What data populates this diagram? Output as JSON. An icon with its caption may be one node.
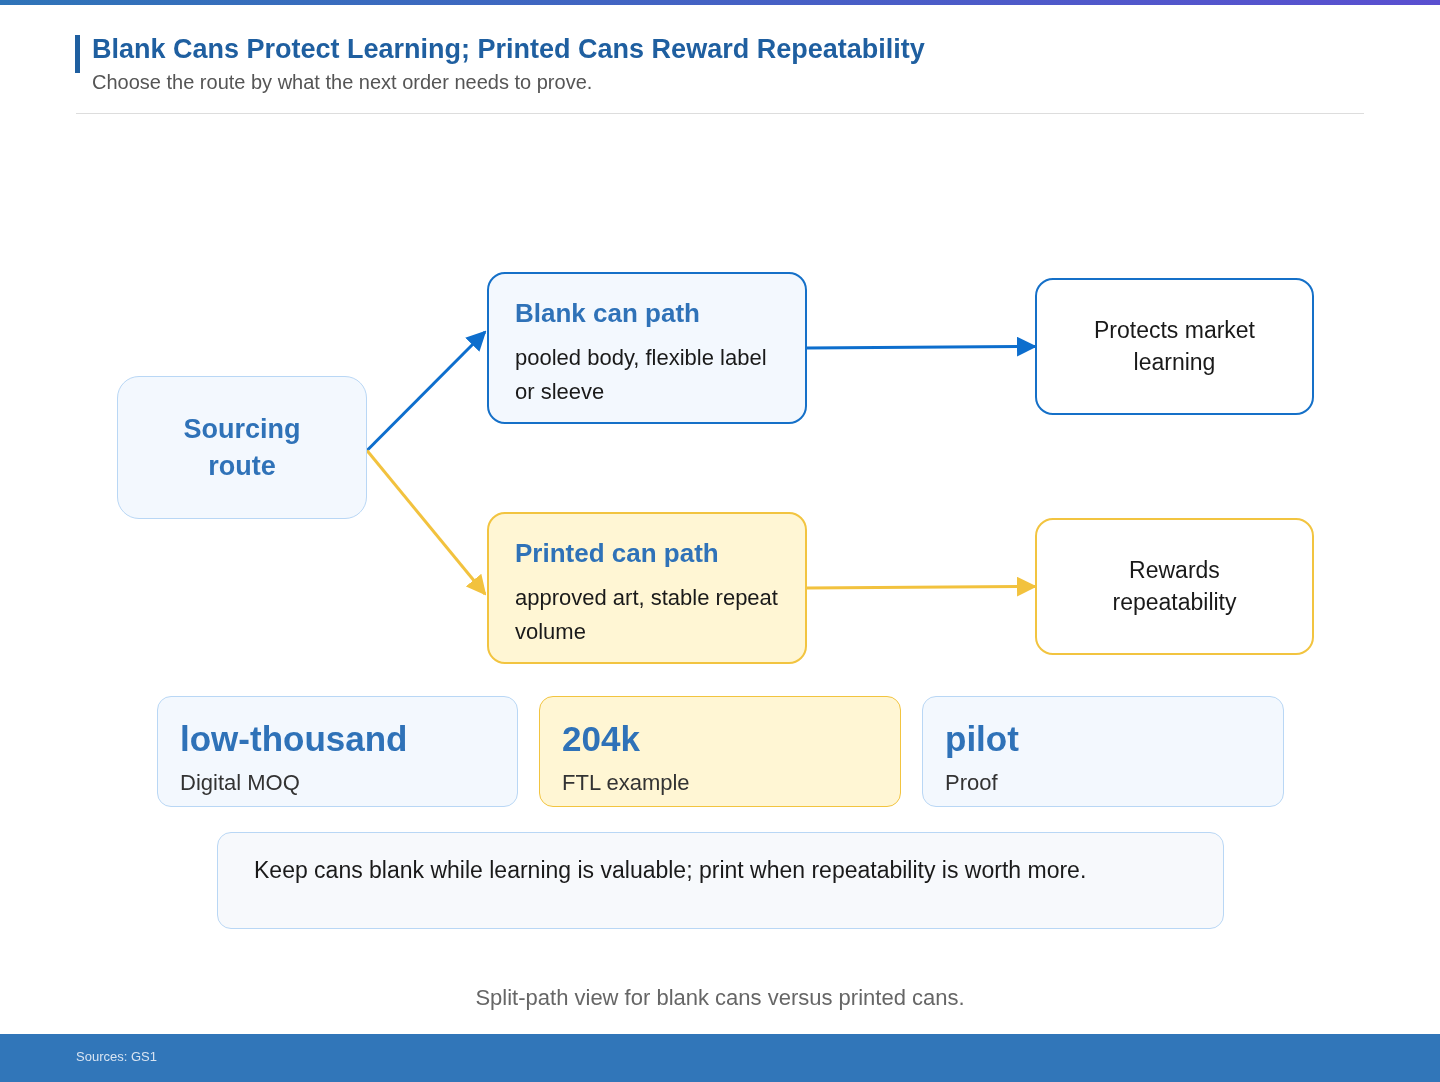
{
  "diagram": {
    "title": "Blank Cans Protect Learning; Printed Cans Reward Repeatability",
    "caption": "Split-path view for blank cans versus printed cans.",
    "nodes": [
      {
        "text": [
          "Sourcing route"
        ]
      },
      {
        "text": [
          "Blank can path",
          "pooled body, flexible label or sleeve"
        ]
      },
      {
        "text": [
          "Protects market learning"
        ]
      },
      {
        "text": [
          "Printed can path",
          "approved art, stable repeat volume"
        ]
      },
      {
        "text": [
          "Rewards repeatability"
        ]
      },
      {
        "text": [
          "low-thousand",
          "Digital MOQ"
        ]
      },
      {
        "text": [
          "204k",
          "FTL example"
        ]
      },
      {
        "text": [
          "pilot",
          "Proof"
        ]
      },
      {
        "text": [
          "Keep cans blank while learning is valuable; print when repeatability is worth more."
        ]
      }
    ],
    "edges": [
      {
        "from": 0,
        "to": 1,
        "arrow": "to",
        "color": "#0d6ecd"
      },
      {
        "from": 0,
        "to": 3,
        "arrow": "to",
        "color": "#f2c23e"
      },
      {
        "from": 1,
        "to": 2,
        "arrow": "to",
        "color": "#0d6ecd"
      },
      {
        "from": 3,
        "to": 4,
        "arrow": "to",
        "color": "#f2c23e"
      }
    ],
    "labels": [
      "Choose the route by what the next order needs to prove.",
      "Sources: GS1"
    ]
  }
}
